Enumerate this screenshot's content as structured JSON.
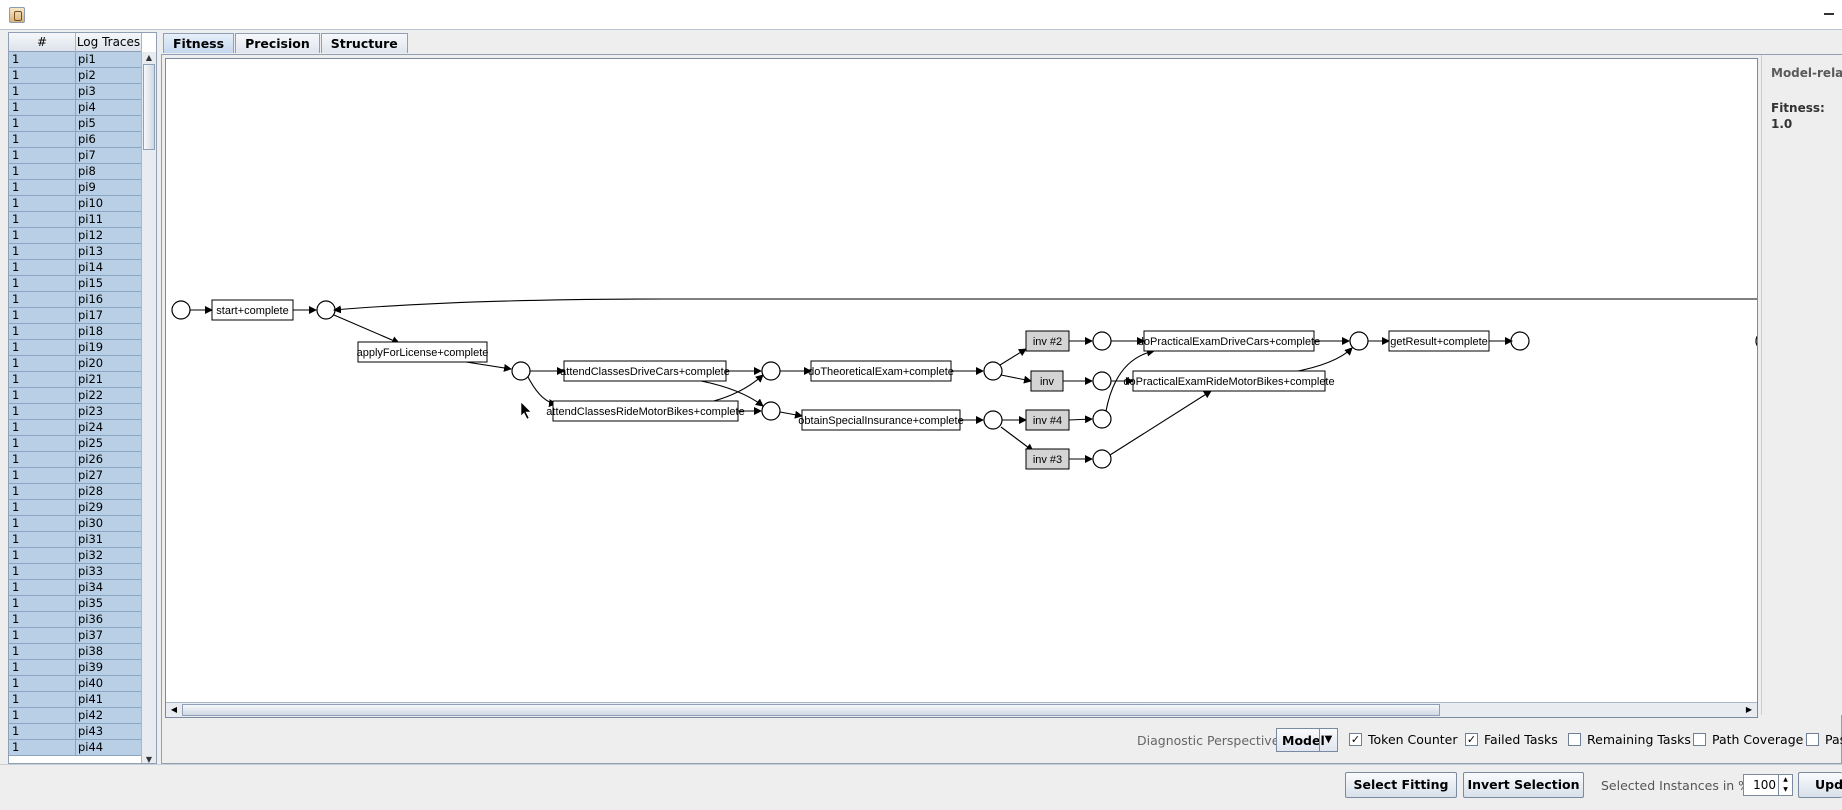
{
  "window": {
    "icon": "app-icon",
    "controls": [
      "minimize-icon"
    ]
  },
  "trace_table": {
    "columns": [
      "#",
      "Log Traces"
    ],
    "rows": [
      {
        "num": "1",
        "name": "pi1"
      },
      {
        "num": "1",
        "name": "pi2"
      },
      {
        "num": "1",
        "name": "pi3"
      },
      {
        "num": "1",
        "name": "pi4"
      },
      {
        "num": "1",
        "name": "pi5"
      },
      {
        "num": "1",
        "name": "pi6"
      },
      {
        "num": "1",
        "name": "pi7"
      },
      {
        "num": "1",
        "name": "pi8"
      },
      {
        "num": "1",
        "name": "pi9"
      },
      {
        "num": "1",
        "name": "pi10"
      },
      {
        "num": "1",
        "name": "pi11"
      },
      {
        "num": "1",
        "name": "pi12"
      },
      {
        "num": "1",
        "name": "pi13"
      },
      {
        "num": "1",
        "name": "pi14"
      },
      {
        "num": "1",
        "name": "pi15"
      },
      {
        "num": "1",
        "name": "pi16"
      },
      {
        "num": "1",
        "name": "pi17"
      },
      {
        "num": "1",
        "name": "pi18"
      },
      {
        "num": "1",
        "name": "pi19"
      },
      {
        "num": "1",
        "name": "pi20"
      },
      {
        "num": "1",
        "name": "pi21"
      },
      {
        "num": "1",
        "name": "pi22"
      },
      {
        "num": "1",
        "name": "pi23"
      },
      {
        "num": "1",
        "name": "pi24"
      },
      {
        "num": "1",
        "name": "pi25"
      },
      {
        "num": "1",
        "name": "pi26"
      },
      {
        "num": "1",
        "name": "pi27"
      },
      {
        "num": "1",
        "name": "pi28"
      },
      {
        "num": "1",
        "name": "pi29"
      },
      {
        "num": "1",
        "name": "pi30"
      },
      {
        "num": "1",
        "name": "pi31"
      },
      {
        "num": "1",
        "name": "pi32"
      },
      {
        "num": "1",
        "name": "pi33"
      },
      {
        "num": "1",
        "name": "pi34"
      },
      {
        "num": "1",
        "name": "pi35"
      },
      {
        "num": "1",
        "name": "pi36"
      },
      {
        "num": "1",
        "name": "pi37"
      },
      {
        "num": "1",
        "name": "pi38"
      },
      {
        "num": "1",
        "name": "pi39"
      },
      {
        "num": "1",
        "name": "pi40"
      },
      {
        "num": "1",
        "name": "pi41"
      },
      {
        "num": "1",
        "name": "pi42"
      },
      {
        "num": "1",
        "name": "pi43"
      },
      {
        "num": "1",
        "name": "pi44"
      }
    ]
  },
  "tabs": [
    {
      "label": "Fitness",
      "active": true
    },
    {
      "label": "Precision",
      "active": false
    },
    {
      "label": "Structure",
      "active": false
    }
  ],
  "model": {
    "transitions": {
      "t_start": "start+complete",
      "t_apply": "applyForLicense+complete",
      "t_cars": "attendClassesDriveCars+complete",
      "t_bikes": "attendClassesRideMotorBikes+complete",
      "t_theory": "doTheoreticalExam+complete",
      "t_insurance": "obtainSpecialInsurance+complete",
      "t_inv2": "inv #2",
      "t_inv": "inv",
      "t_inv4": "inv #4",
      "t_inv3": "inv #3",
      "t_prac_cars": "doPracticalExamDriveCars+complete",
      "t_prac_bikes": "doPracticalExamRideMotorBikes+complete",
      "t_result": "getResult+complete"
    },
    "invisible_transitions": [
      "t_inv2",
      "t_inv",
      "t_inv4",
      "t_inv3"
    ]
  },
  "side_panel": {
    "title": "Model-related",
    "fitness_label": "Fitness:",
    "fitness_value": "1.0"
  },
  "options": {
    "perspective_label": "Diagnostic Perspective",
    "perspective_value": "Model",
    "token_counter": {
      "label": "Token Counter",
      "checked": true
    },
    "failed_tasks": {
      "label": "Failed Tasks",
      "checked": true
    },
    "remaining_tasks": {
      "label": "Remaining Tasks",
      "checked": false
    },
    "path_coverage": {
      "label": "Path Coverage",
      "checked": false
    },
    "passed": {
      "label": "Pas",
      "checked": false
    }
  },
  "bottom": {
    "select_fitting": "Select Fitting",
    "invert_selection": "Invert Selection",
    "selected_label": "Selected Instances in %",
    "selected_value": "100",
    "update": "Upda"
  }
}
